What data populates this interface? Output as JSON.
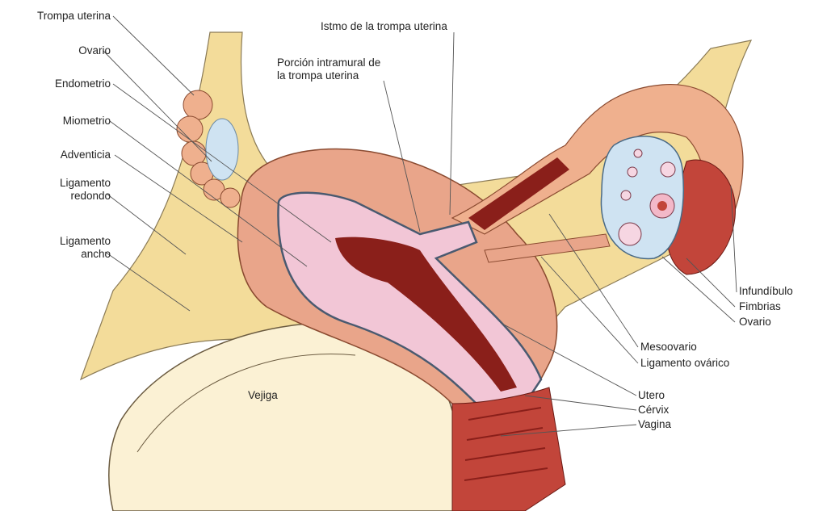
{
  "labels": {
    "left": {
      "trompa_uterina": "Trompa uterina",
      "ovario": "Ovario",
      "endometrio": "Endometrio",
      "miometrio": "Miometrio",
      "adventicia": "Adventicia",
      "ligamento_redondo_1": "Ligamento",
      "ligamento_redondo_2": "redondo",
      "ligamento_ancho_1": "Ligamento",
      "ligamento_ancho_2": "ancho"
    },
    "top": {
      "istmo": "Istmo de la trompa uterina",
      "porcion_1": "Porción intramural de",
      "porcion_2": "la trompa uterina"
    },
    "right": {
      "infundibulo": "Infundíbulo",
      "fimbrias": "Fimbrias",
      "ovario": "Ovario",
      "mesoovario": "Mesoovario",
      "ligamento_ovarico": "Ligamento ovárico",
      "utero": "Utero",
      "cervix": "Cérvix",
      "vagina": "Vagina"
    },
    "center": {
      "vejiga": "Vejiga"
    }
  },
  "colors": {
    "ligament": "#f3dc9a",
    "uterus": "#e9a58a",
    "cavity": "#f2c6d6",
    "lumen": "#8a1f1a",
    "ovary": "#cfe3f2",
    "line": "#555555"
  }
}
